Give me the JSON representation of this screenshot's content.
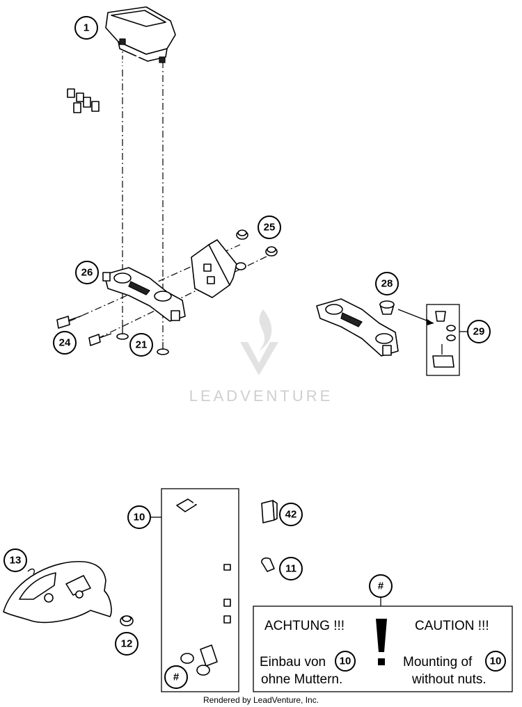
{
  "callouts": {
    "c1": "1",
    "c25": "25",
    "c26": "26",
    "c24": "24",
    "c21": "21",
    "c28": "28",
    "c29": "29",
    "c10": "10",
    "c42": "42",
    "c11": "11",
    "c13": "13",
    "c12": "12",
    "c_hash_kit": "#",
    "c_hash_note": "#"
  },
  "note": {
    "de_title": "ACHTUNG !!!",
    "en_title": "CAUTION !!!",
    "de_line1": "Einbau von",
    "de_ref": "10",
    "de_line2": "ohne Muttern.",
    "en_line1": "Mounting of",
    "en_ref": "10",
    "en_line2": "without nuts."
  },
  "watermark": "LEADVENTURE",
  "footer": "Rendered by LeadVenture, Inc."
}
